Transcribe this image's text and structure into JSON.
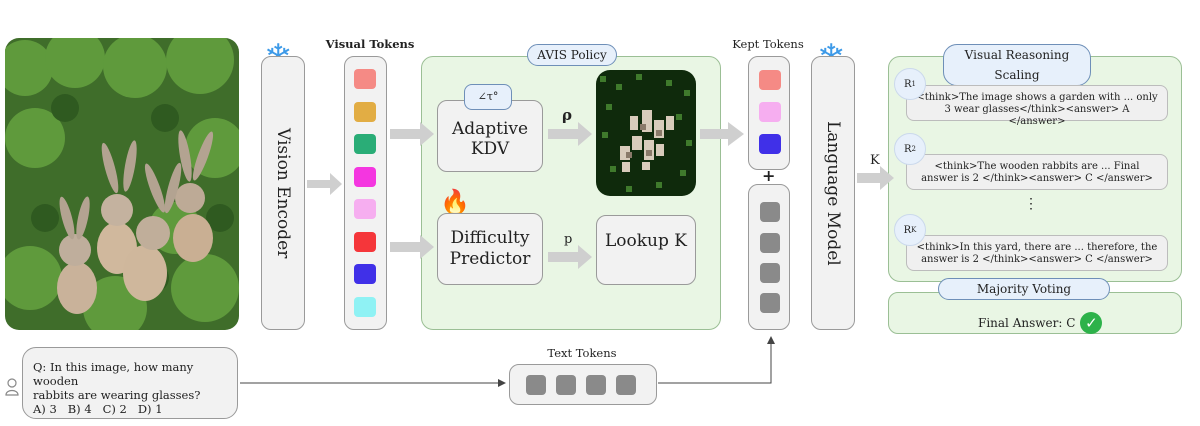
{
  "photo": {
    "ground": "#3f6d2a",
    "foliage": "#5f9a3c"
  },
  "vision_encoder": {
    "label": "Vision Encoder"
  },
  "visual_tokens": {
    "label": "Visual Tokens",
    "colors": [
      "#f58a85",
      "#e2ad44",
      "#2aad77",
      "#f436e0",
      "#f6aef0",
      "#f5363a",
      "#4030e8",
      "#8ff2f4"
    ]
  },
  "avis_policy": {
    "title": "AVIS Policy",
    "adaptive_kdv": "Adaptive KDV",
    "angle_label": "τ°",
    "rho_label": "ρ",
    "difficulty_predictor": "Difficulty Predictor",
    "p_label": "p",
    "lookup_k": "Lookup K"
  },
  "kept_tokens": {
    "label": "Kept Tokens",
    "colors": [
      "#f58a85",
      "#f6aef0",
      "#4030e8"
    ],
    "plus": "+"
  },
  "language_model": {
    "label": "Language Model"
  },
  "k_label": "K",
  "reasoning": {
    "title": "Visual Reasoning Scaling",
    "items": [
      {
        "badge": "R",
        "sub": "1",
        "text": "<think>The image shows a garden with ... only 3 wear glasses</think><answer> A </answer>"
      },
      {
        "badge": "R",
        "sub": "2",
        "text": "<think>The wooden rabbits are ... Final answer is 2 </think><answer> C </answer>"
      },
      {
        "badge": "R",
        "sub": "K",
        "text": "<think>In this yard, there are ... therefore, the answer is 2 </think><answer> C </answer>"
      }
    ],
    "ellipsis": "⋮"
  },
  "voting": {
    "title": "Majority Voting",
    "final_answer": "Final Answer: C"
  },
  "question": {
    "line1": "Q: In this image, how many wooden",
    "line2": "rabbits are wearing glasses?",
    "line3": "A) 3   B) 4   C) 2   D) 1"
  },
  "text_tokens": {
    "label": "Text Tokens"
  },
  "colors": {
    "panel_green": "#e9f6e4",
    "pill_blue": "#e7f0fb",
    "frozen_blue": "#3d9ae8",
    "check_green": "#2db24a"
  }
}
